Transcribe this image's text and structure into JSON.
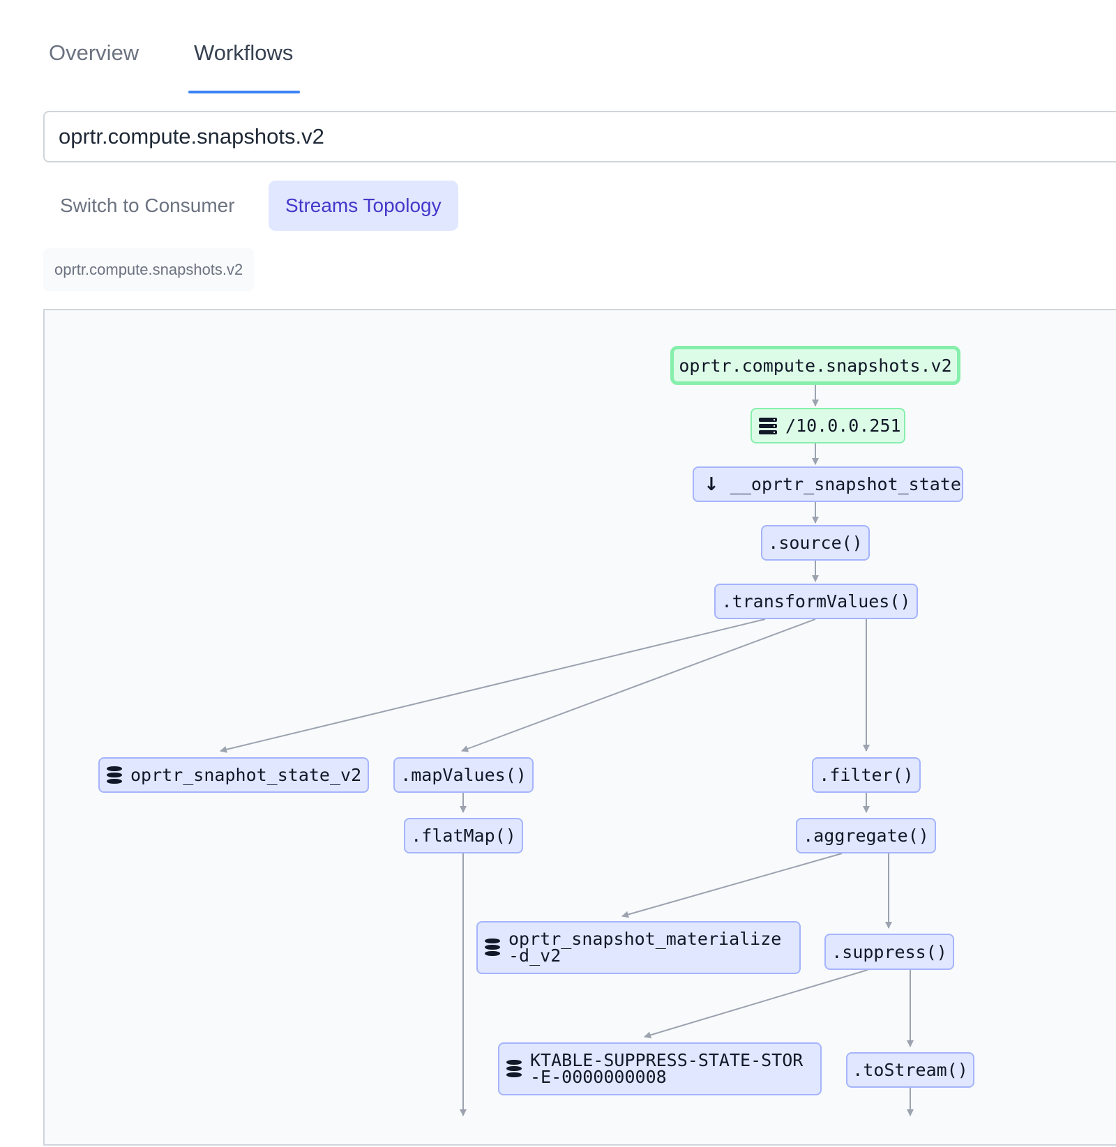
{
  "tabs": [
    {
      "label": "Overview",
      "active": false
    },
    {
      "label": "Workflows",
      "active": true
    }
  ],
  "search": {
    "value": "oprtr.compute.snapshots.v2"
  },
  "actions": {
    "switch_consumer": "Switch to Consumer",
    "streams_topology": "Streams Topology"
  },
  "chip": {
    "label": "oprtr.compute.snapshots.v2"
  },
  "colors": {
    "accent": "#3b82f6",
    "node_fill": "#e0e7ff",
    "node_border": "#a5b4fc",
    "topic_fill": "#dcfce7",
    "topic_border": "#86efac",
    "edge": "#9ca3af"
  },
  "topology": {
    "nodes": [
      {
        "id": "topic",
        "label": "oprtr.compute.snapshots.v2",
        "kind": "topic"
      },
      {
        "id": "host",
        "label": "/10.0.0.251",
        "kind": "host",
        "icon": "server-icon"
      },
      {
        "id": "state",
        "label": "__oprtr_snapshot_state",
        "kind": "input",
        "icon": "arrow-down-icon"
      },
      {
        "id": "source",
        "label": ".source()",
        "kind": "op"
      },
      {
        "id": "transform",
        "label": ".transformValues()",
        "kind": "op"
      },
      {
        "id": "store1",
        "label": "oprtr_snaphot_state_v2",
        "kind": "store",
        "icon": "database-icon"
      },
      {
        "id": "mapvalues",
        "label": ".mapValues()",
        "kind": "op"
      },
      {
        "id": "filter",
        "label": ".filter()",
        "kind": "op"
      },
      {
        "id": "flatmap",
        "label": ".flatMap()",
        "kind": "op"
      },
      {
        "id": "aggregate",
        "label": ".aggregate()",
        "kind": "op"
      },
      {
        "id": "store2",
        "label": "oprtr_snapshot_materialize-d_v2",
        "kind": "store",
        "icon": "database-icon"
      },
      {
        "id": "suppress",
        "label": ".suppress()",
        "kind": "op"
      },
      {
        "id": "store3",
        "label": "KTABLE-SUPPRESS-STATE-STOR-E-0000000008",
        "kind": "store",
        "icon": "database-icon"
      },
      {
        "id": "tostream",
        "label": ".toStream()",
        "kind": "op"
      }
    ],
    "edges": [
      [
        "topic",
        "host"
      ],
      [
        "host",
        "state"
      ],
      [
        "state",
        "source"
      ],
      [
        "source",
        "transform"
      ],
      [
        "transform",
        "store1"
      ],
      [
        "transform",
        "mapvalues"
      ],
      [
        "transform",
        "filter"
      ],
      [
        "mapvalues",
        "flatmap"
      ],
      [
        "filter",
        "aggregate"
      ],
      [
        "aggregate",
        "store2"
      ],
      [
        "aggregate",
        "suppress"
      ],
      [
        "suppress",
        "store3"
      ],
      [
        "suppress",
        "tostream"
      ],
      [
        "flatmap",
        "offscreen"
      ],
      [
        "tostream",
        "offscreen"
      ]
    ]
  }
}
